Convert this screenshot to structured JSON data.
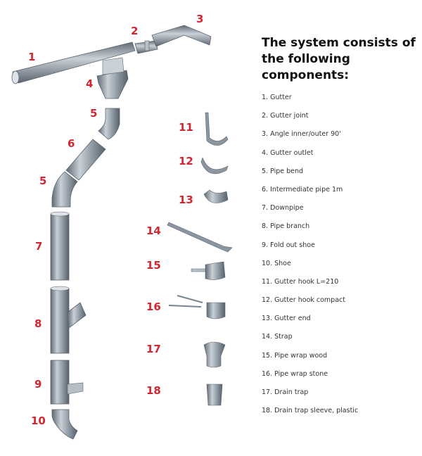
{
  "heading": [
    "The system consists of",
    "the following",
    "components:"
  ],
  "components": [
    "1. Gutter",
    "2. Gutter joint",
    "3. Angle inner/outer 90'",
    "4. Gutter outlet",
    "5. Pipe bend",
    "6. Intermediate pipe 1m",
    "7. Downpipe",
    "8. Pipe branch",
    "9. Fold out shoe",
    "10. Shoe",
    "11. Gutter hook L=210",
    "12. Gutter hook compact",
    "13. Gutter end",
    "14. Strap",
    "15. Pipe wrap wood",
    "16. Pipe wrap stone",
    "17. Drain trap",
    "18. Drain trap sleeve, plastic"
  ],
  "callouts": {
    "n1": "1",
    "n2": "2",
    "n3": "3",
    "n4": "4",
    "n5a": "5",
    "n5b": "5",
    "n6": "6",
    "n7": "7",
    "n8": "8",
    "n9": "9",
    "n10": "10",
    "n11": "11",
    "n12": "12",
    "n13": "13",
    "n14": "14",
    "n15": "15",
    "n16": "16",
    "n17": "17",
    "n18": "18"
  },
  "colors": {
    "callout": "#d22630",
    "metal": "#8c96a0",
    "heading": "#111111"
  }
}
